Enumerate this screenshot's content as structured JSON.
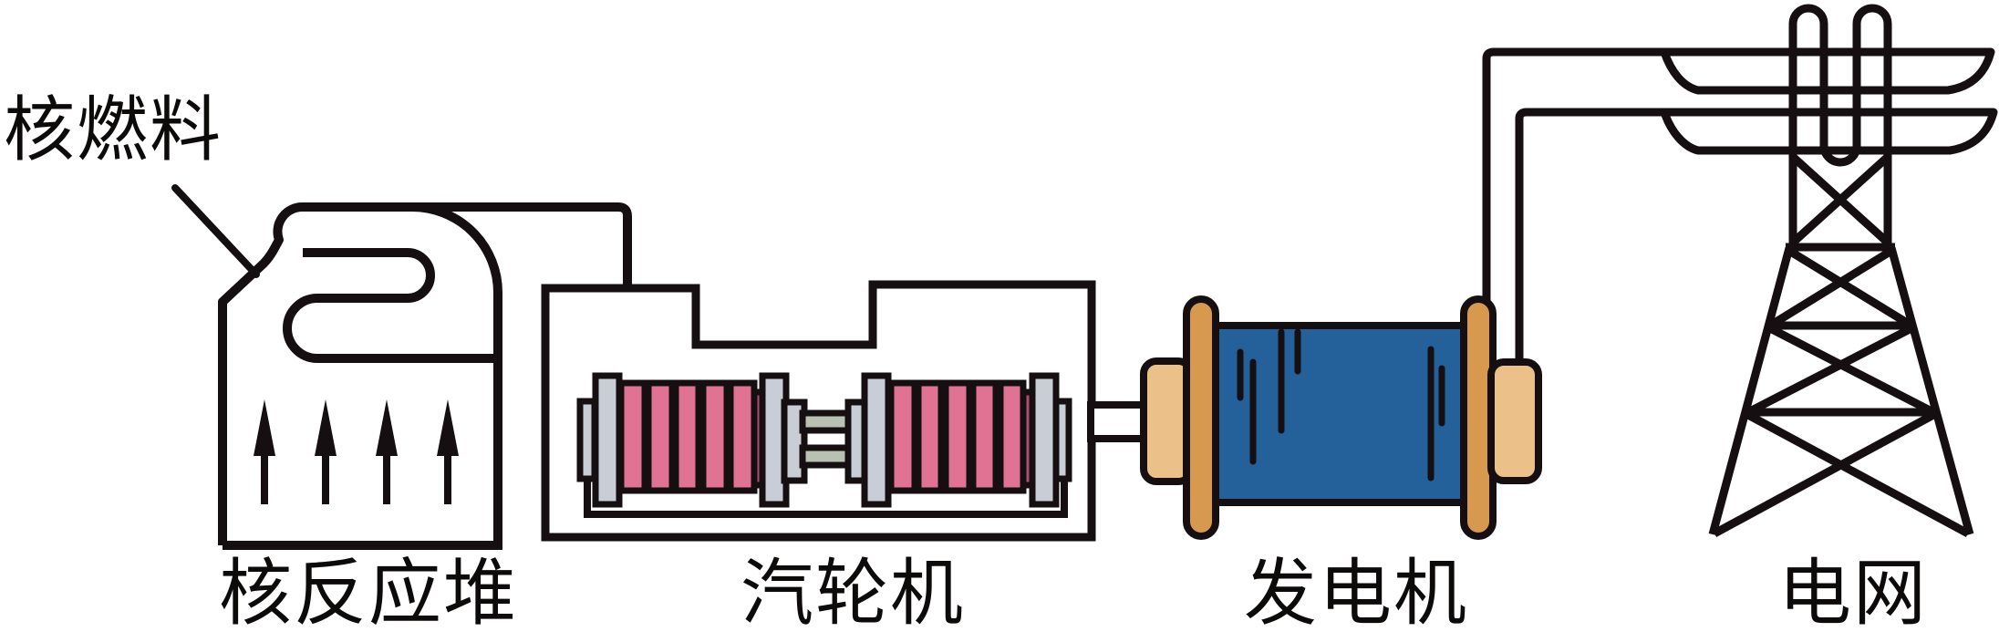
{
  "figure": {
    "type": "schematic-diagram",
    "subject": "nuclear power station energy flow",
    "background": "#ffffff"
  },
  "labels": {
    "nuclear_fuel": "核燃料",
    "reactor": "核反应堆",
    "steam_turbine": "汽轮机",
    "generator": "发电机",
    "power_grid": "电网"
  },
  "components": [
    {
      "id": "reactor",
      "label": "核反应堆",
      "note_icon": "up-arrow-icon"
    },
    {
      "id": "steam-turbine",
      "label": "汽轮机"
    },
    {
      "id": "generator",
      "label": "发电机"
    },
    {
      "id": "power-grid",
      "label": "电网"
    }
  ],
  "reactor": {
    "heat_arrows_count": 4
  },
  "colors": {
    "outline": "#150f11",
    "turbine_blade_pink": "#e07394",
    "turbine_drum_dark_pink": "#b04c71",
    "metal_gray": "#c9cdd5",
    "shaft_gray_green": "#b9c1b2",
    "coupling_tan_light": "#ecc189",
    "flange_tan_dark": "#d6994e",
    "generator_blue": "#24609a"
  }
}
